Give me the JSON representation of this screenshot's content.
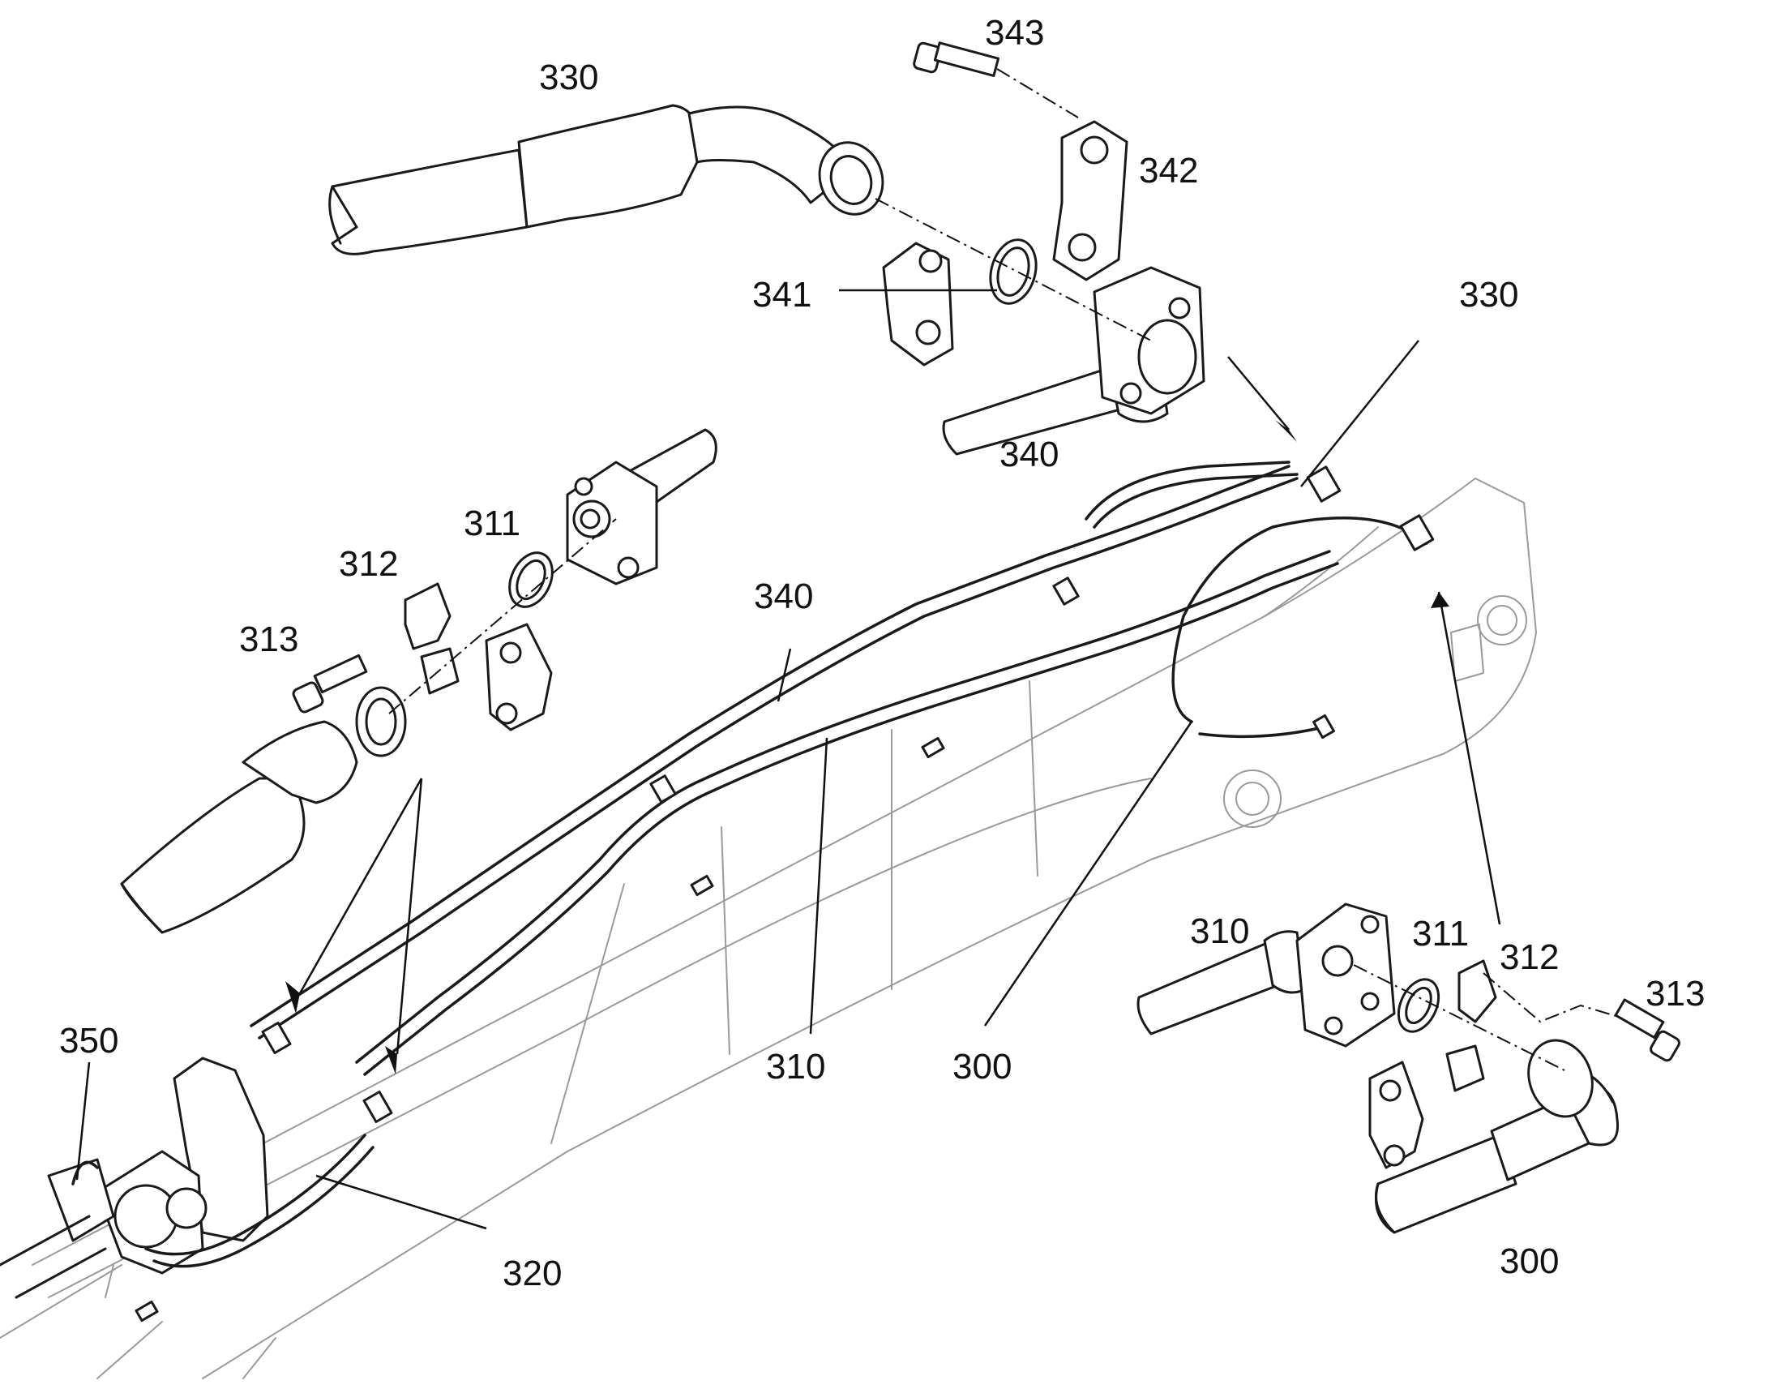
{
  "figure": {
    "labels": [
      {
        "id": "lbl-330-top",
        "text": "330"
      },
      {
        "id": "lbl-343",
        "text": "343"
      },
      {
        "id": "lbl-342",
        "text": "342"
      },
      {
        "id": "lbl-341",
        "text": "341"
      },
      {
        "id": "lbl-330-right",
        "text": "330"
      },
      {
        "id": "lbl-340-top",
        "text": "340"
      },
      {
        "id": "lbl-311-left",
        "text": "311"
      },
      {
        "id": "lbl-312-left",
        "text": "312"
      },
      {
        "id": "lbl-313-left",
        "text": "313"
      },
      {
        "id": "lbl-340-mid",
        "text": "340"
      },
      {
        "id": "lbl-310-right",
        "text": "310"
      },
      {
        "id": "lbl-311-right",
        "text": "311"
      },
      {
        "id": "lbl-312-right",
        "text": "312"
      },
      {
        "id": "lbl-313-right",
        "text": "313"
      },
      {
        "id": "lbl-350",
        "text": "350"
      },
      {
        "id": "lbl-310-mid",
        "text": "310"
      },
      {
        "id": "lbl-300-mid",
        "text": "300"
      },
      {
        "id": "lbl-320",
        "text": "320"
      },
      {
        "id": "lbl-300-bottom",
        "text": "300"
      }
    ]
  }
}
